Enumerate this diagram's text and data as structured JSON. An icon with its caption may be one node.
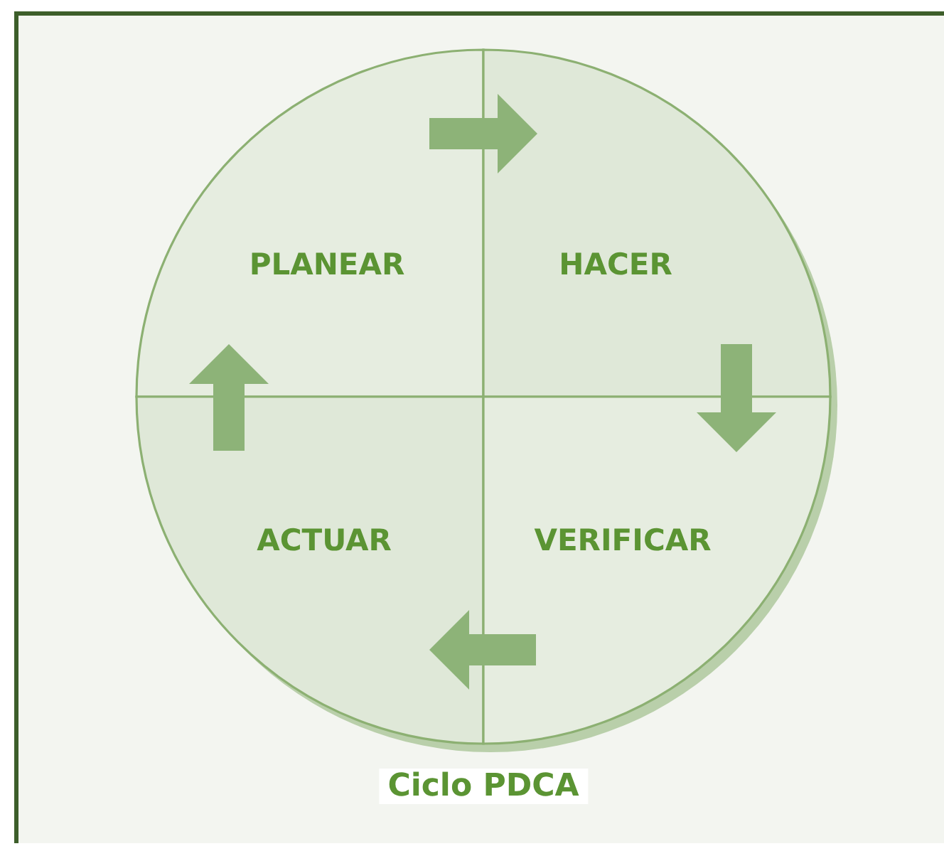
{
  "diagram": {
    "caption": "Ciclo PDCA",
    "nodes": [
      {
        "text": [
          "PLANEAR"
        ]
      },
      {
        "text": [
          "HACER"
        ]
      },
      {
        "text": [
          "ACTUAR"
        ]
      },
      {
        "text": [
          "VERIFICAR"
        ]
      }
    ],
    "edges": [
      {
        "from": 0,
        "to": 1,
        "arrow": "to"
      },
      {
        "from": 1,
        "to": 3,
        "arrow": "to"
      },
      {
        "from": 3,
        "to": 2,
        "arrow": "to"
      },
      {
        "from": 2,
        "to": 0,
        "arrow": "to"
      }
    ]
  }
}
